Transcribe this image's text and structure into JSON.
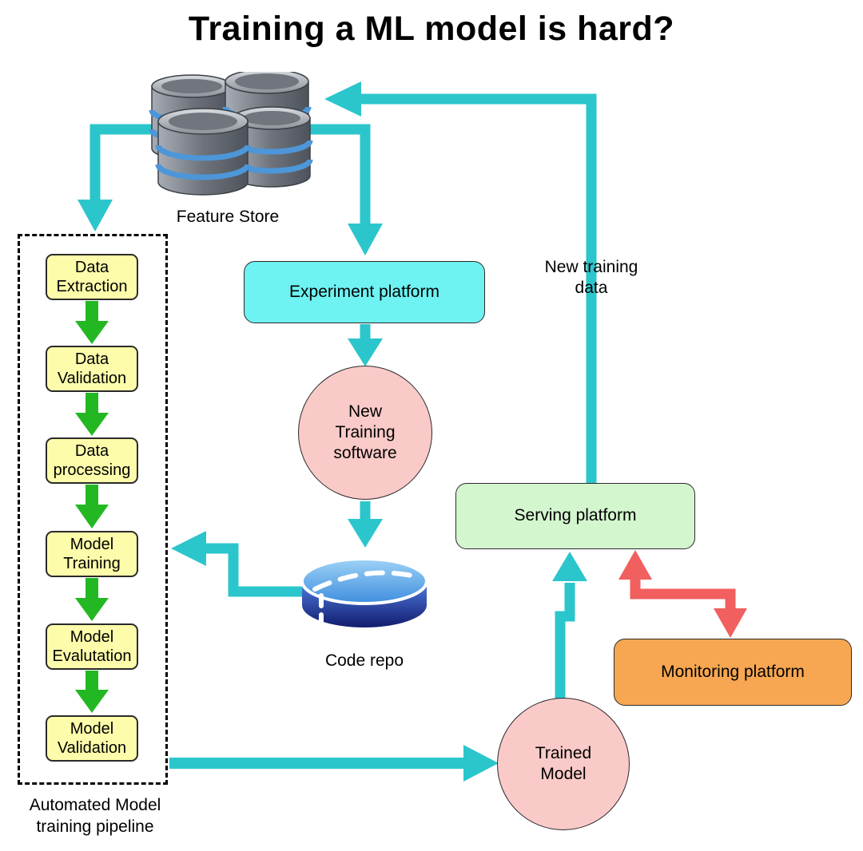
{
  "title": "Training a ML model is hard?",
  "colors": {
    "arrow_cyan": "#2bc6cc",
    "arrow_green": "#23b823",
    "arrow_red": "#f15f5f",
    "step_yellow": "#fcfcaa",
    "experiment_cyan": "#6ef2f2",
    "serving_green": "#d4f6cf",
    "monitoring_orange": "#f7a751",
    "circle_pink": "#f9cac8"
  },
  "feature_store": {
    "label": "Feature Store"
  },
  "pipeline": {
    "caption": "Automated Model\ntraining pipeline",
    "steps": [
      {
        "label": "Data\nExtraction"
      },
      {
        "label": "Data\nValidation"
      },
      {
        "label": "Data\nprocessing"
      },
      {
        "label": "Model\nTraining"
      },
      {
        "label": "Model\nEvalutation"
      },
      {
        "label": "Model\nValidation"
      }
    ]
  },
  "nodes": {
    "experiment_platform": {
      "label": "Experiment platform"
    },
    "new_training_software": {
      "label": "New\nTraining\nsoftware"
    },
    "code_repo": {
      "label": "Code repo"
    },
    "serving_platform": {
      "label": "Serving platform"
    },
    "monitoring_platform": {
      "label": "Monitoring platform"
    },
    "trained_model": {
      "label": "Trained\nModel"
    },
    "new_training_data_label": "New training\ndata"
  }
}
